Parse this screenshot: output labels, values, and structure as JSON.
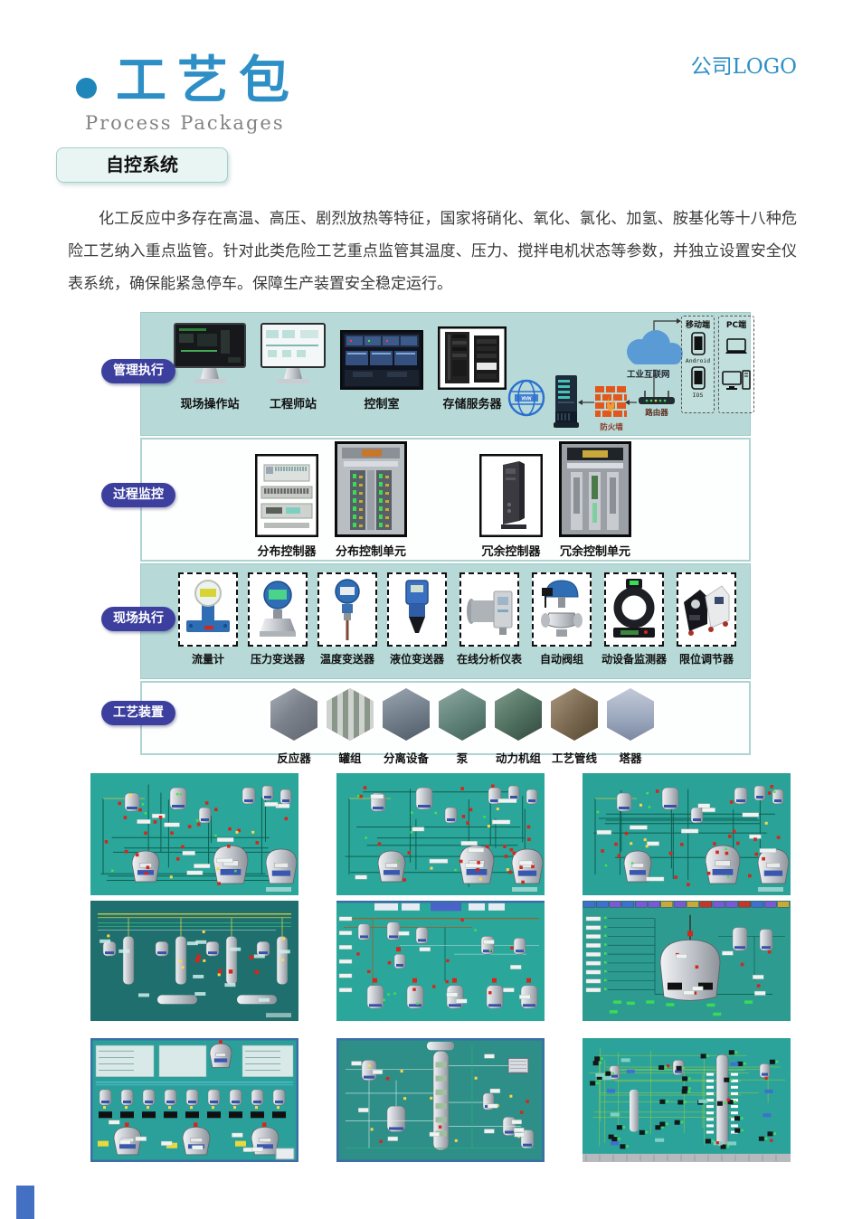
{
  "page": {
    "logo_text": "公司LOGO",
    "title": "工艺包",
    "subtitle": "Process Packages",
    "section_button": "自控系统",
    "paragraph": "化工反应中多存在高温、高压、剧烈放热等特征，国家将硝化、氧化、氯化、加氢、胺基化等十八种危险工艺纳入重点监管。针对此类危险工艺重点监管其温度、压力、搅拌电机状态等参数，并独立设置安全仪表系统，确保能紧急停车。保障生产装置安全稳定运行。"
  },
  "diagram": {
    "rows": [
      {
        "label": "管理执行",
        "items": [
          {
            "label": "现场操作站",
            "icon": "monitor-dark"
          },
          {
            "label": "工程师站",
            "icon": "monitor-light"
          },
          {
            "label": "控制室",
            "icon": "control-room"
          },
          {
            "label": "存储服务器",
            "icon": "storage-server"
          }
        ]
      },
      {
        "label": "过程监控",
        "items": [
          {
            "label": "分布控制器",
            "icon": "din-controller"
          },
          {
            "label": "分布控制单元",
            "icon": "control-cabinet"
          },
          {
            "label": "冗余控制器",
            "icon": "plc-module"
          },
          {
            "label": "冗余控制单元",
            "icon": "rack-cabinet"
          }
        ]
      },
      {
        "label": "现场执行",
        "items": [
          {
            "label": "流量计",
            "icon": "flow-meter"
          },
          {
            "label": "压力变送器",
            "icon": "pressure-transmitter"
          },
          {
            "label": "温度变送器",
            "icon": "temperature-transmitter"
          },
          {
            "label": "液位变送器",
            "icon": "level-transmitter"
          },
          {
            "label": "在线分析仪表",
            "icon": "online-analyzer"
          },
          {
            "label": "自动阀组",
            "icon": "auto-valve"
          },
          {
            "label": "动设备监测器",
            "icon": "machine-monitor"
          },
          {
            "label": "限位调节器",
            "icon": "limit-regulator"
          }
        ]
      },
      {
        "label": "工艺装置",
        "items": [
          {
            "label": "反应器",
            "icon": "hex-reactor"
          },
          {
            "label": "罐组",
            "icon": "hex-tanks"
          },
          {
            "label": "分离设备",
            "icon": "hex-separation"
          },
          {
            "label": "泵",
            "icon": "hex-pump"
          },
          {
            "label": "动力机组",
            "icon": "hex-power"
          },
          {
            "label": "工艺管线",
            "icon": "hex-pipeline"
          },
          {
            "label": "塔器",
            "icon": "hex-tower"
          }
        ]
      }
    ],
    "network": {
      "www_label": "WWW",
      "cloud_label": "工业互联网",
      "firewall_label": "防火墙",
      "router_label": "路由器",
      "mobile_box_label": "移动端",
      "pc_box_label": "PC端",
      "android_label": "Android",
      "ios_label": "IOS"
    }
  },
  "screens": {
    "items": [
      {
        "variant": "plant",
        "bg": "#2ba69b"
      },
      {
        "variant": "plant",
        "bg": "#2ba69b"
      },
      {
        "variant": "plant",
        "bg": "#2aa298"
      },
      {
        "variant": "columns",
        "bg": "#1e6f6d"
      },
      {
        "variant": "vessels",
        "bg": "#2ba69b"
      },
      {
        "variant": "big-reactor",
        "bg": "#2e9b91"
      },
      {
        "variant": "batch",
        "bg": "#2ba09a"
      },
      {
        "variant": "tall-column",
        "bg": "#2d8f88"
      },
      {
        "variant": "dense",
        "bg": "#2ba39a"
      }
    ]
  },
  "colors": {
    "accent_blue": "#2d8fc5",
    "pill_indigo": "#3c3f9d",
    "panel_teal": "#b7dad8",
    "screen_teal": "#2ba69b",
    "firewall_orange": "#e2571b",
    "alarm_red": "#d5261b"
  }
}
